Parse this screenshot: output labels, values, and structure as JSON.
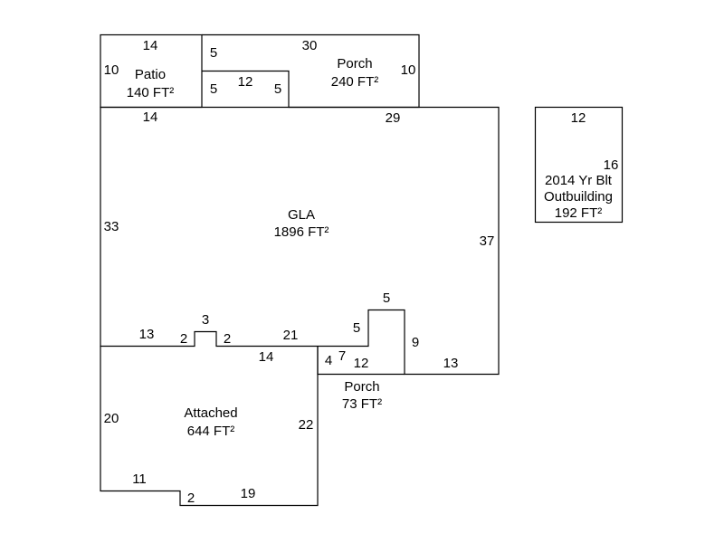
{
  "areas": {
    "patio": {
      "name": "Patio",
      "area": "140 FT²"
    },
    "porch_top": {
      "name": "Porch",
      "area": "240 FT²"
    },
    "gla": {
      "name": "GLA",
      "area": "1896 FT²"
    },
    "outbuilding": {
      "year": "2014 Yr Blt",
      "name": "Outbuilding",
      "area": "192 FT²"
    },
    "attached": {
      "name": "Attached",
      "area": "644 FT²"
    },
    "porch_bottom": {
      "name": "Porch",
      "area": "73 FT²"
    }
  },
  "dims": {
    "patio_top": "14",
    "patio_left": "10",
    "patio_bottom": "14",
    "porch_left_a": "5",
    "porch_left_b": "5",
    "porch_notch": "12",
    "porch_notch_right": "5",
    "porch_top": "30",
    "porch_right": "10",
    "gla_top": "29",
    "gla_left": "33",
    "gla_right": "37",
    "gla_b1": "13",
    "gla_b2": "2",
    "gla_b3": "3",
    "gla_b4": "2",
    "gla_b5": "21",
    "gla_b6": "5",
    "gla_b7": "5",
    "gla_b8": "9",
    "gla_b9": "13",
    "out_top": "12",
    "out_right": "16",
    "att_top": "14",
    "att_left": "20",
    "att_right": "22",
    "att_b1": "11",
    "att_b2": "2",
    "att_b3": "19",
    "pb_left": "4",
    "pb_a": "7",
    "pb_b": "12"
  }
}
